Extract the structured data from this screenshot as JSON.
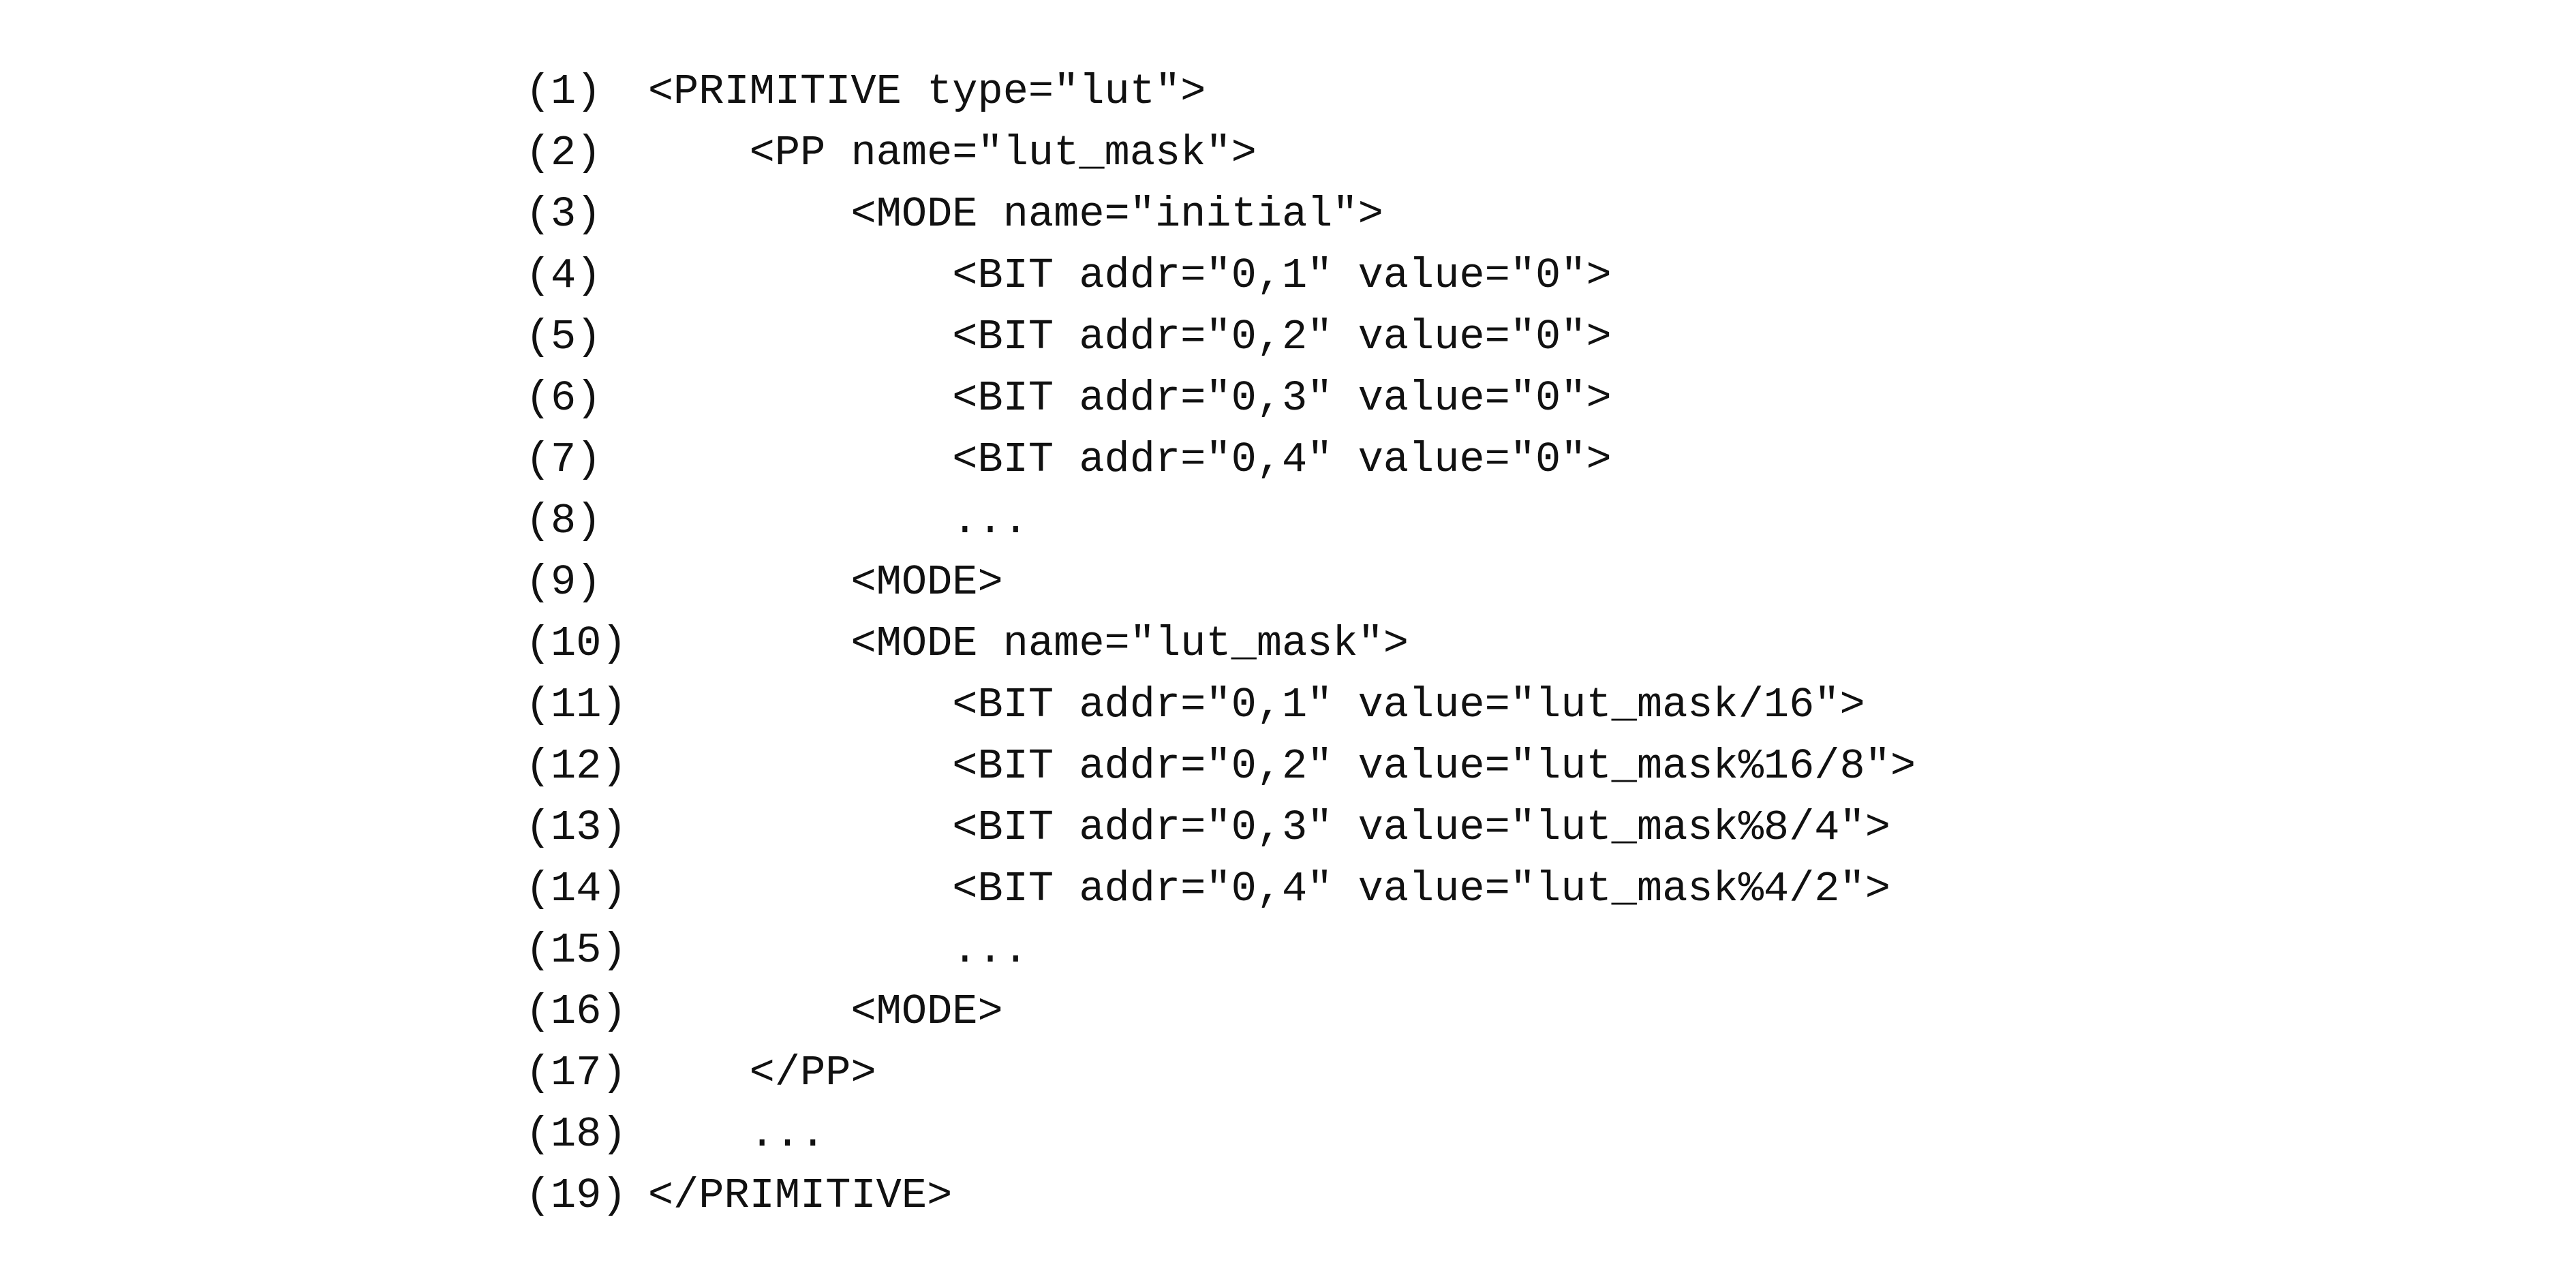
{
  "document": {
    "code_lines": [
      {
        "number": "(1)",
        "text": "<PRIMITIVE type=\"lut\">"
      },
      {
        "number": "(2)",
        "text": "    <PP name=\"lut_mask\">"
      },
      {
        "number": "(3)",
        "text": "        <MODE name=\"initial\">"
      },
      {
        "number": "(4)",
        "text": "            <BIT addr=\"0,1\" value=\"0\">"
      },
      {
        "number": "(5)",
        "text": "            <BIT addr=\"0,2\" value=\"0\">"
      },
      {
        "number": "(6)",
        "text": "            <BIT addr=\"0,3\" value=\"0\">"
      },
      {
        "number": "(7)",
        "text": "            <BIT addr=\"0,4\" value=\"0\">"
      },
      {
        "number": "(8)",
        "text": "            ..."
      },
      {
        "number": "(9)",
        "text": "        <MODE>"
      },
      {
        "number": "(10)",
        "text": "        <MODE name=\"lut_mask\">"
      },
      {
        "number": "(11)",
        "text": "            <BIT addr=\"0,1\" value=\"lut_mask/16\">"
      },
      {
        "number": "(12)",
        "text": "            <BIT addr=\"0,2\" value=\"lut_mask%16/8\">"
      },
      {
        "number": "(13)",
        "text": "            <BIT addr=\"0,3\" value=\"lut_mask%8/4\">"
      },
      {
        "number": "(14)",
        "text": "            <BIT addr=\"0,4\" value=\"lut_mask%4/2\">"
      },
      {
        "number": "(15)",
        "text": "            ..."
      },
      {
        "number": "(16)",
        "text": "        <MODE>"
      },
      {
        "number": "(17)",
        "text": "    </PP>"
      },
      {
        "number": "(18)",
        "text": "    ..."
      },
      {
        "number": "(19)",
        "text": "</PRIMITIVE>"
      }
    ]
  }
}
